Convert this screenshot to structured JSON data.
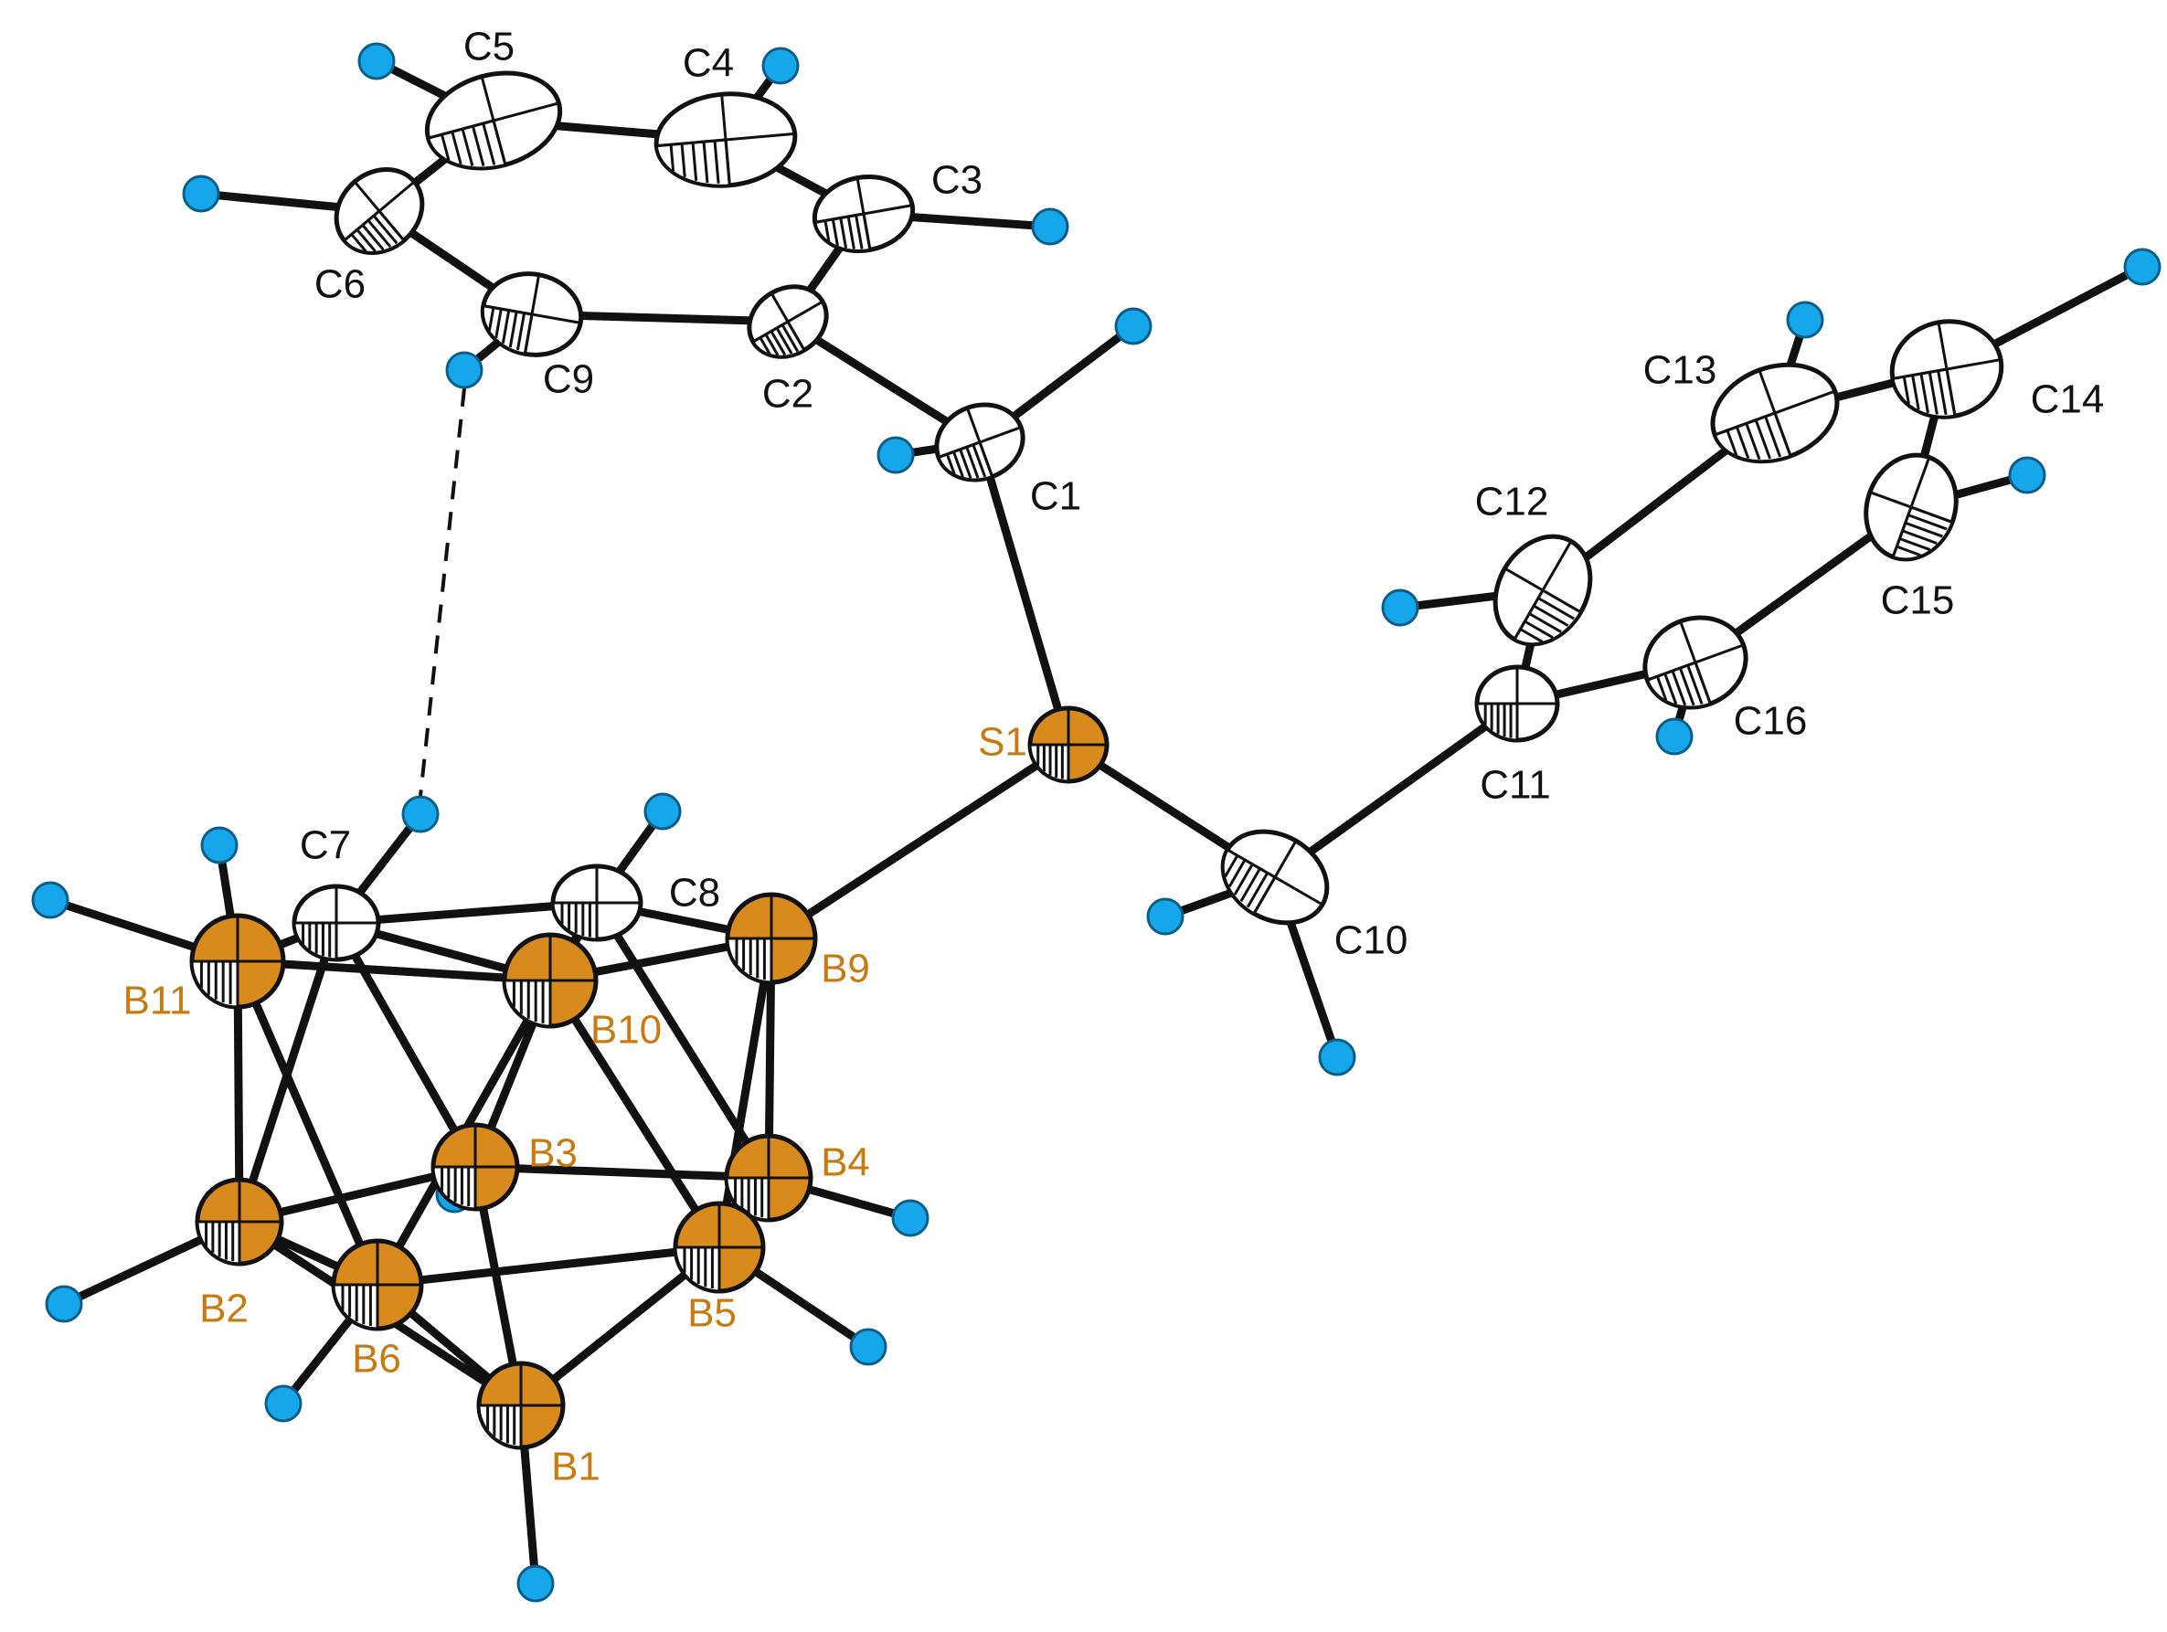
{
  "colors": {
    "carbon": "#ffffff",
    "boron": "#d98a1c",
    "sulfur": "#d98a1c",
    "hydrogen": "#16a7ea",
    "bond": "#111111",
    "label_carbon": "#111111",
    "label_boron": "#c97a10"
  },
  "atoms": [
    {
      "id": "C1",
      "label": "C1",
      "element": "C"
    },
    {
      "id": "C2",
      "label": "C2",
      "element": "C"
    },
    {
      "id": "C3",
      "label": "C3",
      "element": "C"
    },
    {
      "id": "C4",
      "label": "C4",
      "element": "C"
    },
    {
      "id": "C5",
      "label": "C5",
      "element": "C"
    },
    {
      "id": "C6",
      "label": "C6",
      "element": "C"
    },
    {
      "id": "C7",
      "label": "C7",
      "element": "C"
    },
    {
      "id": "C8",
      "label": "C8",
      "element": "C"
    },
    {
      "id": "C9",
      "label": "C9",
      "element": "C"
    },
    {
      "id": "C10",
      "label": "C10",
      "element": "C"
    },
    {
      "id": "C11",
      "label": "C11",
      "element": "C"
    },
    {
      "id": "C12",
      "label": "C12",
      "element": "C"
    },
    {
      "id": "C13",
      "label": "C13",
      "element": "C"
    },
    {
      "id": "C14",
      "label": "C14",
      "element": "C"
    },
    {
      "id": "C15",
      "label": "C15",
      "element": "C"
    },
    {
      "id": "C16",
      "label": "C16",
      "element": "C"
    },
    {
      "id": "S1",
      "label": "S1",
      "element": "S"
    },
    {
      "id": "B1",
      "label": "B1",
      "element": "B"
    },
    {
      "id": "B2",
      "label": "B2",
      "element": "B"
    },
    {
      "id": "B3",
      "label": "B3",
      "element": "B"
    },
    {
      "id": "B4",
      "label": "B4",
      "element": "B"
    },
    {
      "id": "B5",
      "label": "B5",
      "element": "B"
    },
    {
      "id": "B6",
      "label": "B6",
      "element": "B"
    },
    {
      "id": "B9",
      "label": "B9",
      "element": "B"
    },
    {
      "id": "B10",
      "label": "B10",
      "element": "B"
    },
    {
      "id": "B11",
      "label": "B11",
      "element": "B"
    }
  ],
  "bonds": [
    [
      "C4",
      "C5"
    ],
    [
      "C5",
      "C6"
    ],
    [
      "C6",
      "C9"
    ],
    [
      "C9",
      "C2"
    ],
    [
      "C2",
      "C3"
    ],
    [
      "C3",
      "C4"
    ],
    [
      "C2",
      "C1"
    ],
    [
      "C1",
      "S1"
    ],
    [
      "S1",
      "B9"
    ],
    [
      "S1",
      "C10"
    ],
    [
      "C10",
      "C11"
    ],
    [
      "C11",
      "C12"
    ],
    [
      "C12",
      "C13"
    ],
    [
      "C13",
      "C14"
    ],
    [
      "C14",
      "C15"
    ],
    [
      "C15",
      "C16"
    ],
    [
      "C16",
      "C11"
    ],
    [
      "C7",
      "C8"
    ],
    [
      "C7",
      "B11"
    ],
    [
      "C7",
      "B10"
    ],
    [
      "C7",
      "B3"
    ],
    [
      "C7",
      "B2"
    ],
    [
      "C8",
      "B9"
    ],
    [
      "C8",
      "B10"
    ],
    [
      "C8",
      "B4"
    ],
    [
      "B9",
      "B10"
    ],
    [
      "B9",
      "B4"
    ],
    [
      "B9",
      "B5"
    ],
    [
      "B10",
      "B11"
    ],
    [
      "B10",
      "B5"
    ],
    [
      "B10",
      "B6"
    ],
    [
      "B10",
      "B3"
    ],
    [
      "B11",
      "B2"
    ],
    [
      "B11",
      "B6"
    ],
    [
      "B3",
      "B4"
    ],
    [
      "B3",
      "B1"
    ],
    [
      "B3",
      "B2"
    ],
    [
      "B4",
      "B5"
    ],
    [
      "B5",
      "B6"
    ],
    [
      "B5",
      "B1"
    ],
    [
      "B6",
      "B2"
    ],
    [
      "B6",
      "B1"
    ],
    [
      "B2",
      "B1"
    ]
  ],
  "hydrogen_contact": [
    "H9",
    "H7"
  ]
}
